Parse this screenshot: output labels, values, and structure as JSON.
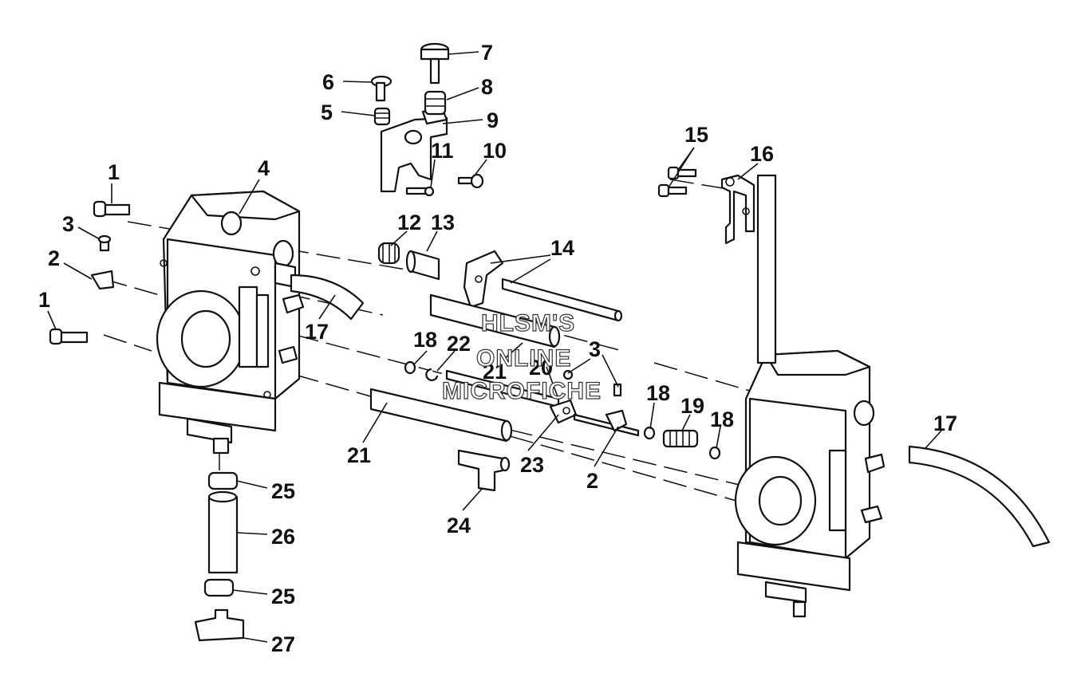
{
  "diagram": {
    "callouts": [
      "1",
      "2",
      "3",
      "1",
      "4",
      "5",
      "6",
      "7",
      "8",
      "9",
      "10",
      "11",
      "12",
      "13",
      "14",
      "15",
      "16",
      "17",
      "17",
      "18",
      "22",
      "21",
      "20",
      "3",
      "18",
      "19",
      "18",
      "21",
      "23",
      "2",
      "24",
      "25",
      "26",
      "25",
      "27"
    ],
    "watermark": [
      "HLSM'S",
      "ONLINE",
      "MICROFICHE"
    ]
  },
  "colors": {
    "ink": "#111111",
    "paper": "#ffffff"
  }
}
